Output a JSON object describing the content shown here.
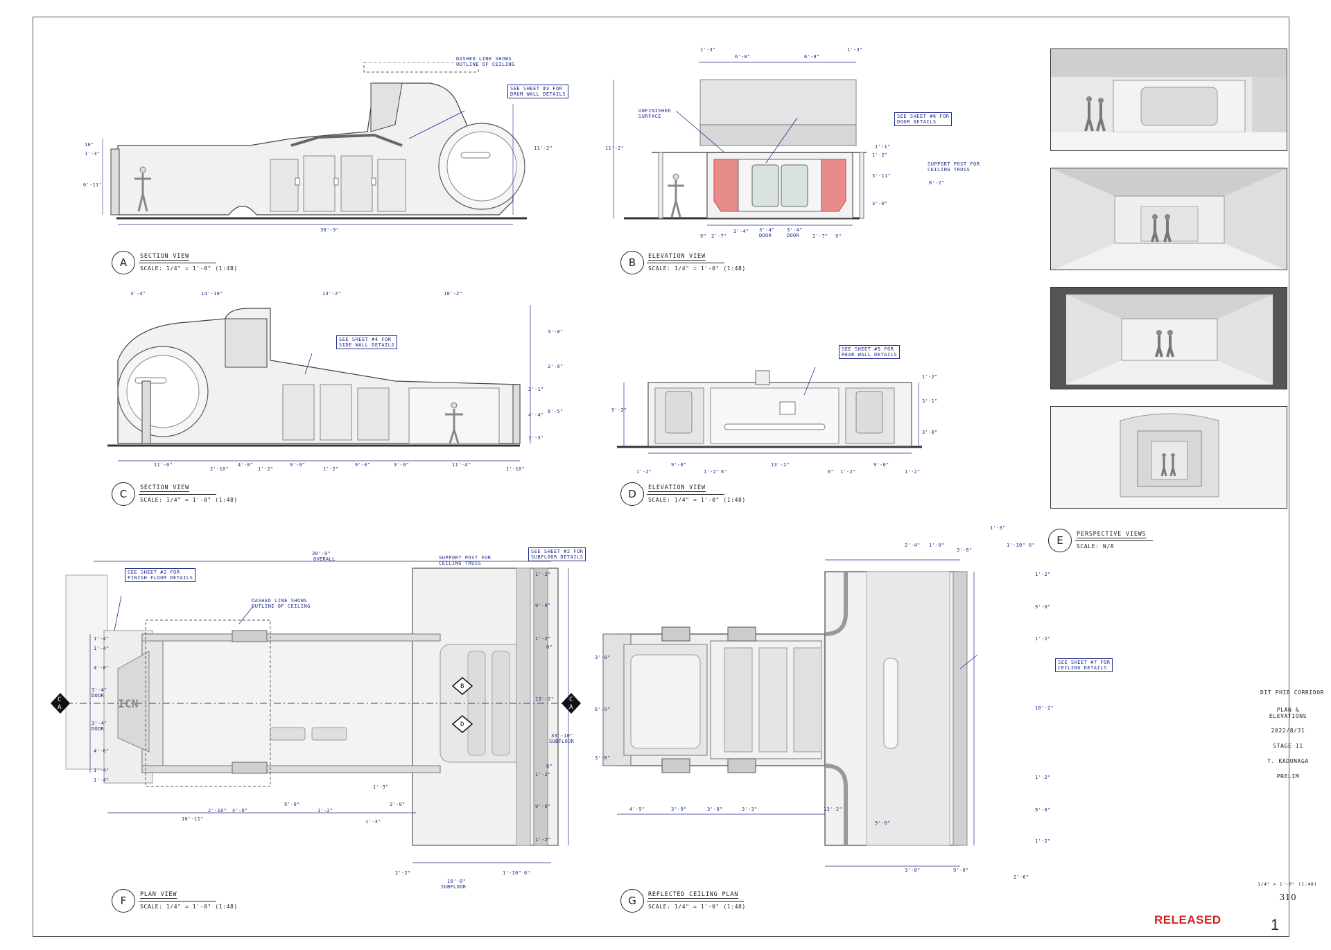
{
  "colors": {
    "dim_blue": "#1d2a8a",
    "released_red": "#d31f1f",
    "door_hatch": "#e88b8b",
    "ink": "#222222"
  },
  "views": {
    "A": {
      "letter": "A",
      "title": "SECTION VIEW",
      "scale": "SCALE: 1/4\" = 1'-0\" (1:48)"
    },
    "B": {
      "letter": "B",
      "title": "ELEVATION VIEW",
      "scale": "SCALE: 1/4\" = 1'-0\" (1:48)"
    },
    "C": {
      "letter": "C",
      "title": "SECTION VIEW",
      "scale": "SCALE: 1/4\" = 1'-0\" (1:48)"
    },
    "D": {
      "letter": "D",
      "title": "ELEVATION VIEW",
      "scale": "SCALE: 1/4\" = 1'-0\" (1:48)"
    },
    "E": {
      "letter": "E",
      "title": "PERSPECTIVE VIEWS",
      "scale": "SCALE: N/A"
    },
    "F": {
      "letter": "F",
      "title": "PLAN VIEW",
      "scale": "SCALE: 1/4\" = 1'-0\" (1:48)"
    },
    "G": {
      "letter": "G",
      "title": "REFLECTED CEILING PLAN",
      "scale": "SCALE: 1/4\" = 1'-0\" (1:48)"
    }
  },
  "notes": {
    "a_ceiling": "DASHED LINE SHOWS\nOUTLINE OF CEILING",
    "a_drum": "SEE SHEET #3 FOR\nDRUM WALL DETAILS",
    "b_unfinished": "UNFINISHED\nSURFACE",
    "b_door": "SEE SHEET #6 FOR\nDOOR DETAILS",
    "b_support": "SUPPORT POST FOR\nCEILING TRUSS",
    "c_side": "SEE SHEET #4 FOR\nSIDE WALL DETAILS",
    "d_rear": "SEE SHEET #5 FOR\nREAR WALL DETAILS",
    "f_finish": "SEE SHEET #2 FOR\nFINISH FLOOR DETAILS",
    "f_support": "SUPPORT POST FOR\nCEILING TRUSS",
    "f_subfloor": "SEE SHEET #2 FOR\nSUBFLOOR DETAILS",
    "f_ceiling": "DASHED LINE SHOWS\nOUTLINE OF CEILING",
    "g_ceiling": "SEE SHEET #7 FOR\nCEILING DETAILS"
  },
  "dims": {
    "a_overall": "30'-3\"",
    "a_h1": "10\"",
    "a_h2": "1'-3\"",
    "a_h3": "6'-11\"",
    "a_right": "11'-2\"",
    "b_top": [
      "1'-3\"",
      "6'-8\"",
      "6'-8\"",
      "1'-3\""
    ],
    "b_left": "11'-2\"",
    "b_right": [
      "1'-1\"",
      "1'-2\"",
      "3'-11\"",
      "3'-0\"",
      "8'-2\""
    ],
    "b_bottom": [
      "9\"",
      "2'-7\"",
      "3'-4\"",
      "3'-4\"",
      "3'-4\"",
      "2'-7\"",
      "9\""
    ],
    "b_door": [
      "DOOR",
      "DOOR"
    ],
    "c_top": [
      "3'-4\"",
      "14'-10\"",
      "13'-2\"",
      "10'-2\""
    ],
    "c_right": [
      "3'-8\"",
      "2'-0\"",
      "2'-1\"",
      "4'-4\"",
      "1'-3\"",
      "8'-5\""
    ],
    "c_bottom": [
      "11'-0\"",
      "2'-10\"",
      "4'-0\"",
      "1'-2\"",
      "9'-0\"",
      "1'-2\"",
      "9'-0\"",
      "3'-0\"",
      "11'-4\"",
      "1'-10\""
    ],
    "d_left": "9'-2\"",
    "d_right": [
      "1'-2\"",
      "3'-1\"",
      "3'-0\""
    ],
    "d_bottom": [
      "1'-2\"",
      "9'-0\"",
      "1'-2\"",
      "6\"",
      "13'-2\"",
      "6\"",
      "1'-2\"",
      "9'-0\"",
      "1'-2\""
    ],
    "f_overall": "30'-9\"",
    "f_overall_label": "OVERALL",
    "f_left": [
      "1'-4\"",
      "1'-4\"",
      "4'-0\"",
      "3'-4\"",
      "3'-4\"",
      "4'-0\"",
      "1'-4\"",
      "1'-4\""
    ],
    "f_left_door": [
      "DOOR",
      "DOOR"
    ],
    "f_right": [
      "1'-2\"",
      "9'-0\"",
      "1'-2\"",
      "6\"",
      "13'-2\"",
      "6\"",
      "1'-2\"",
      "9'-0\"",
      "1'-2\""
    ],
    "f_subfloor_dim": "33'-10\"",
    "f_subfloor_label": "SUBFLOOR",
    "f_bottom": [
      "16'-11\"",
      "2'-10\"",
      "4'-0\"",
      "9'-0\"",
      "1'-2\"",
      "3'-0\"",
      "1'-3\"",
      "1'-3\"",
      "2'-2\"",
      "10'-0\"",
      "1'-10\"",
      "6\""
    ],
    "f_bottom_sub": "SUBFLOOR",
    "g_top": [
      "2'-4\"",
      "1'-0\"",
      "3'-6\"",
      "1'-3\"",
      "1'-10\"",
      "6\""
    ],
    "g_left": [
      "3'-8\"",
      "6'-9\"",
      "3'-8\""
    ],
    "g_right": [
      "1'-2\"",
      "9'-0\"",
      "1'-2\"",
      "10'-2\"",
      "1'-2\"",
      "9'-0\"",
      "1'-2\""
    ],
    "g_bottom": [
      "4'-5\"",
      "3'-9\"",
      "3'-8\"",
      "3'-3\"",
      "13'-2\"",
      "9'-0\"",
      "3'-0\"",
      "9'-0\"",
      "2'-6\""
    ]
  },
  "sheet_info": {
    "project": "DIT PHIB CORRIDOR",
    "sheet_title": "PLAN &\nELEVATIONS",
    "date": "2022/8/31",
    "stage": "STAGE 11",
    "author": "T. KADONAGA",
    "status": "PRELIM",
    "scale_note": "1/4\" = 1'-0\" (1:48)",
    "sheet_no": "310",
    "released": "RELEASED",
    "page": "1"
  },
  "plan_markers": {
    "c": "C",
    "a": "A",
    "b": "B",
    "d": "D",
    "logo": "ICN"
  }
}
